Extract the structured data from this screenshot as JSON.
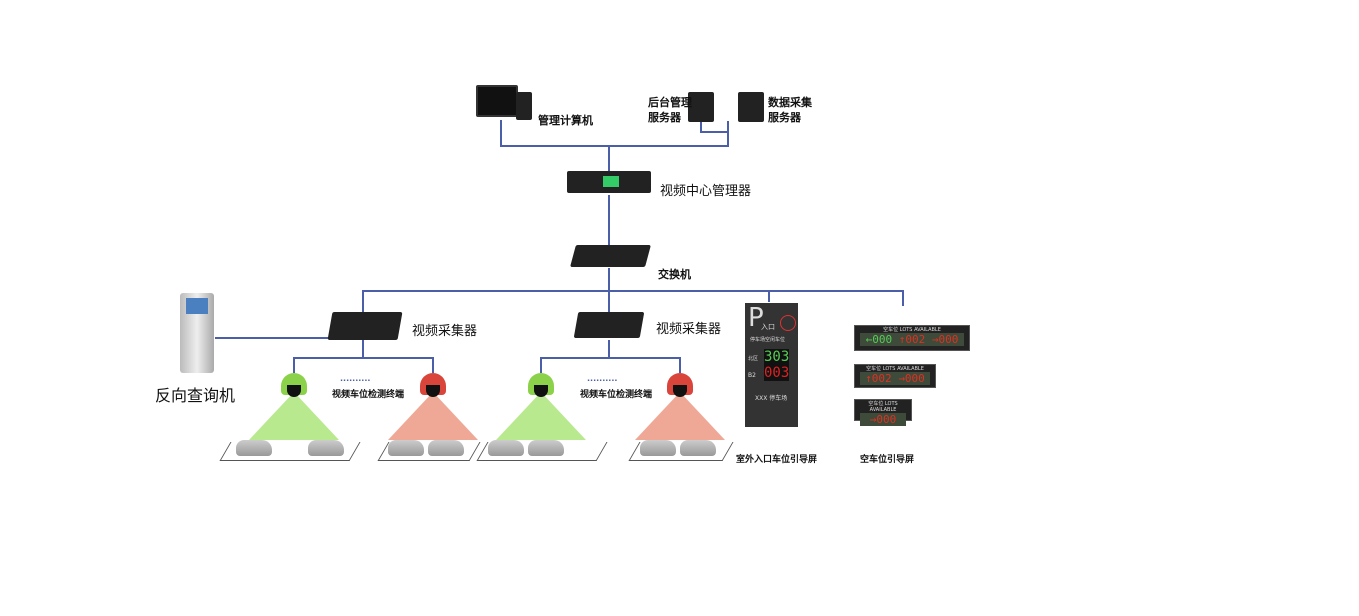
{
  "labels": {
    "mgmt_pc": "管理计算机",
    "backend_server": "后台管理\n服务器",
    "data_server": "数据采集\n服务器",
    "video_center": "视频中心管理器",
    "switch": "交换机",
    "collector1": "视频采集器",
    "collector2": "视频采集器",
    "kiosk": "反向查询机",
    "detector1": "视频车位检测终端",
    "detector2": "视频车位检测终端",
    "outdoor_sign": "室外入口车位引导屏",
    "vacancy_sign": "空车位引导屏"
  },
  "outdoor_sign": {
    "p": "P",
    "entry": "入口",
    "title": "停车场空闲车位",
    "row1_label": "北区",
    "row1_value": "303",
    "row2_label": "B2",
    "row2_value": "003",
    "footer": "XXX 停车场"
  },
  "vacancy_displays": [
    {
      "title": "空车位 LOTS AVAILABLE",
      "values": [
        "←000",
        "↑002",
        "→000"
      ]
    },
    {
      "title": "空车位 LOTS AVAILABLE",
      "values": [
        "↑002",
        "→000"
      ]
    },
    {
      "title": "空车位 LOTS AVAILABLE",
      "values": [
        "→000"
      ]
    }
  ],
  "colors": {
    "line": "#4a5fa8",
    "vacant": "#7fd43a",
    "occupied": "#e0502a"
  }
}
